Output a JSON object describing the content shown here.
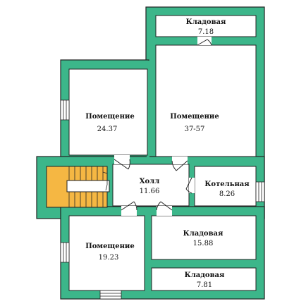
{
  "plan": {
    "colors": {
      "wall": "#3cb68a",
      "wall_outline": "#222222",
      "floor": "#ffffff",
      "stairs": "#f5b743"
    },
    "rooms": [
      {
        "id": "storage-top",
        "label": "Кладовая",
        "area": "7.18"
      },
      {
        "id": "room-left",
        "label": "Помещение",
        "area": "24.37"
      },
      {
        "id": "room-big",
        "label": "Помещение",
        "area": "37-57"
      },
      {
        "id": "hall",
        "label": "Холл",
        "area": "11.66"
      },
      {
        "id": "boiler",
        "label": "Котельная",
        "area": "8.26"
      },
      {
        "id": "storage-mid",
        "label": "Кладовая",
        "area": "15.88"
      },
      {
        "id": "room-bottom",
        "label": "Помещение",
        "area": "19.23"
      },
      {
        "id": "storage-bottom",
        "label": "Кладовая",
        "area": "7.81"
      }
    ]
  }
}
